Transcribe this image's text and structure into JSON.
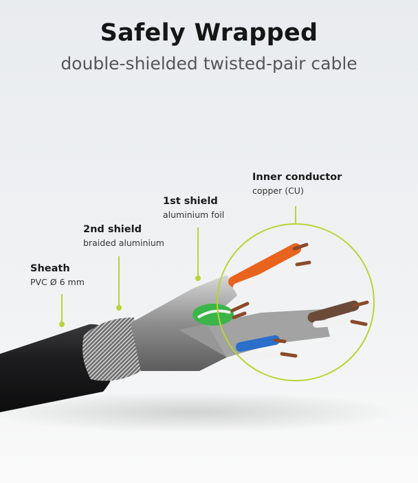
{
  "header": {
    "title": "Safely Wrapped",
    "subtitle": "double-shielded twisted-pair cable"
  },
  "labels": [
    {
      "name": "Sheath",
      "detail": "PVC Ø 6 mm"
    },
    {
      "name": "2nd shield",
      "detail": "braided aluminium"
    },
    {
      "name": "1st shield",
      "detail": "aluminium foil"
    },
    {
      "name": "Inner conductor",
      "detail": "copper (CU)"
    }
  ],
  "colors": {
    "accent": "#b9d432",
    "sheath": "#1c1c1e",
    "orange": "#e8641e",
    "green": "#3bb54a",
    "blue": "#2a6fc9",
    "brown": "#6b4a38",
    "copper": "#8a4a2a"
  }
}
